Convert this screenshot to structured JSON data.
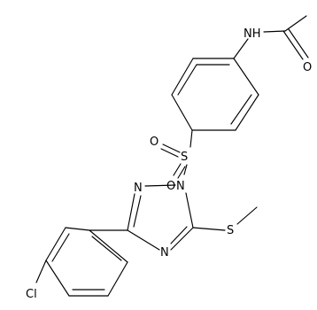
{
  "atoms": {
    "amide_n": "NH",
    "carbonyl_o": "O",
    "sulfonyl_s": "S",
    "sulfonyl_o_left": "O",
    "sulfonyl_o_bottom": "O",
    "triazole_n1": "N",
    "triazole_n2": "N",
    "triazole_n4": "N",
    "thioether_s": "S",
    "chlorine": "Cl"
  },
  "colors": {
    "ink": "#000000",
    "background": "#ffffff"
  }
}
